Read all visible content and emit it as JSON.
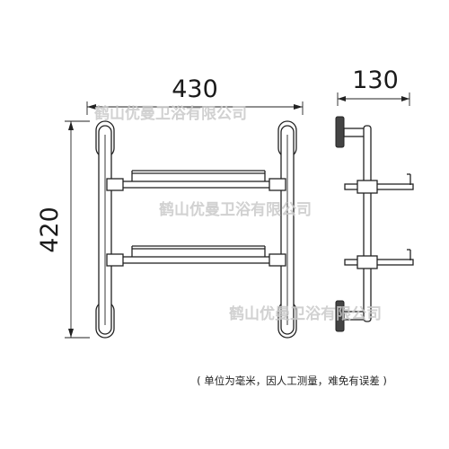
{
  "dimensions": {
    "width": "430",
    "height": "420",
    "depth": "130"
  },
  "watermarks": [
    "鹤山优曼卫浴有限公司",
    "鹤山优曼卫浴有限公司",
    "鹤山优曼卫浴有限公司"
  ],
  "note": "( 单位为毫米，因人工测量，难免有误差 )"
}
